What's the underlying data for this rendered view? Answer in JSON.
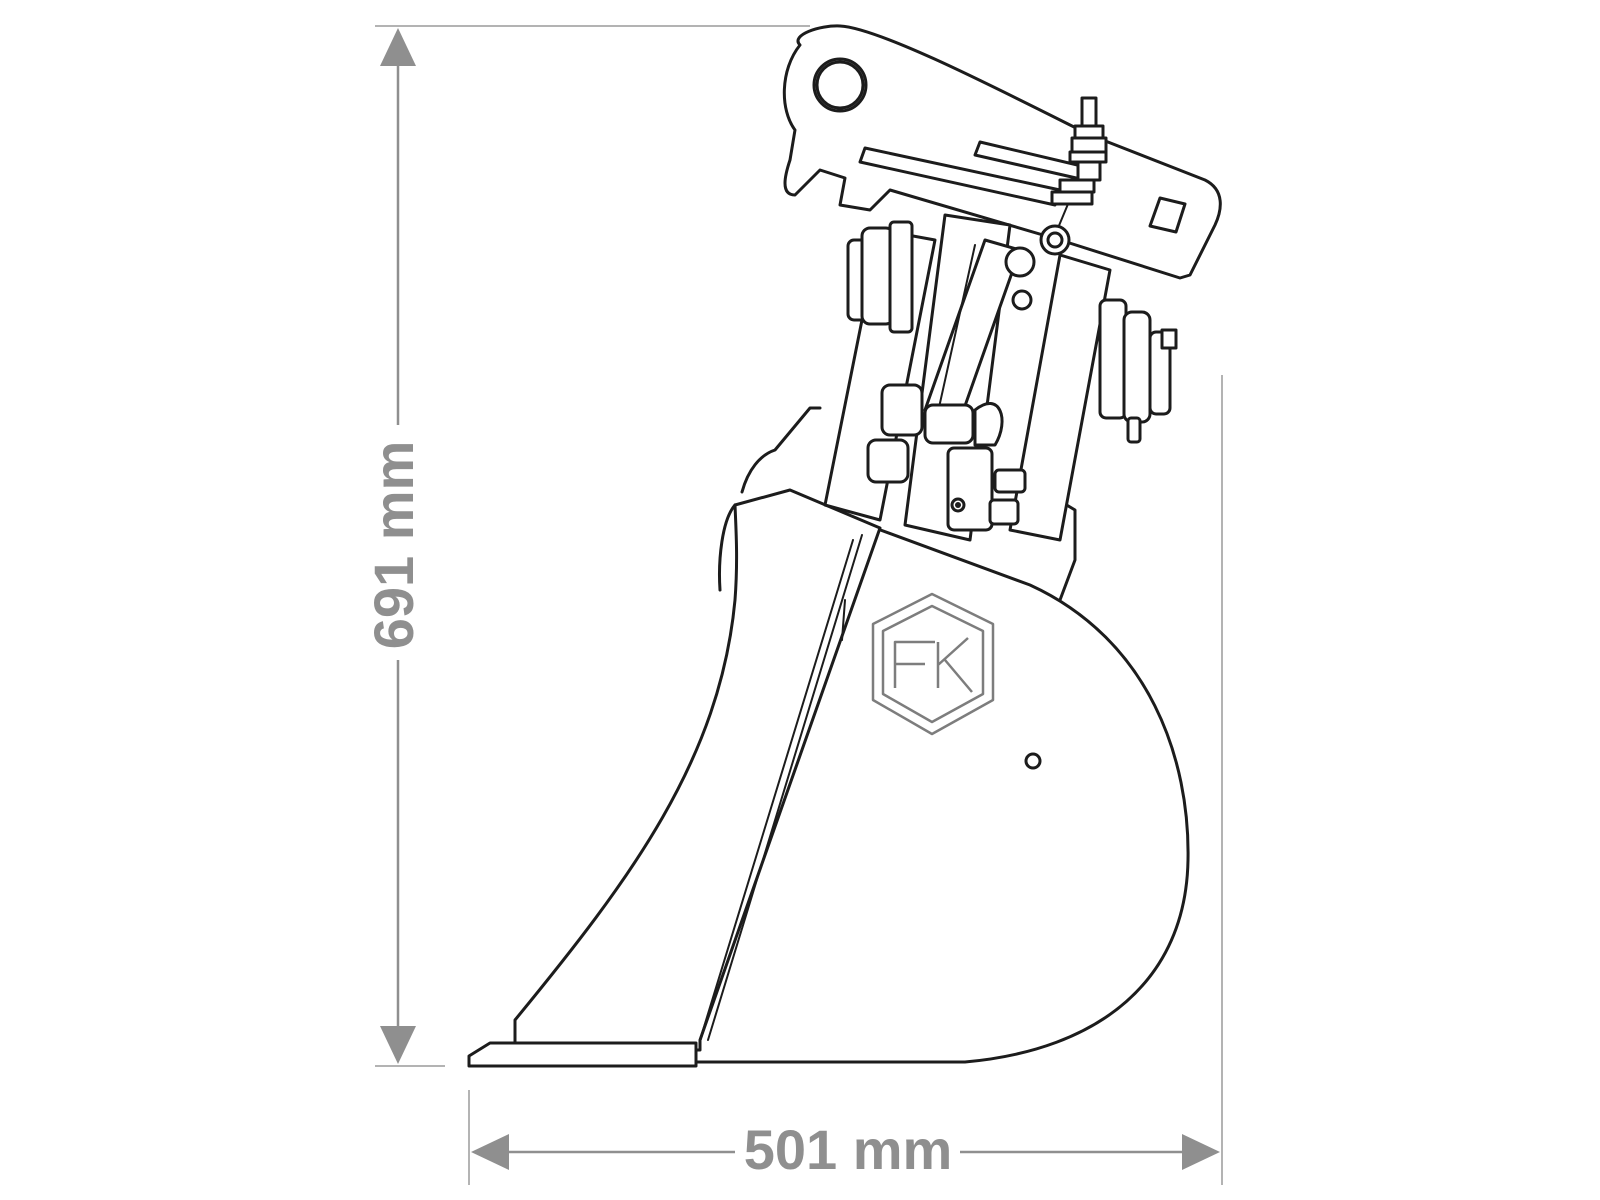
{
  "dimensions": {
    "height_label": "691 mm",
    "width_label": "501 mm"
  },
  "logo": {
    "text": "FK"
  },
  "colors": {
    "line": "#1c1c1c",
    "dimension": "#8f8f8f",
    "background": "#ffffff"
  }
}
